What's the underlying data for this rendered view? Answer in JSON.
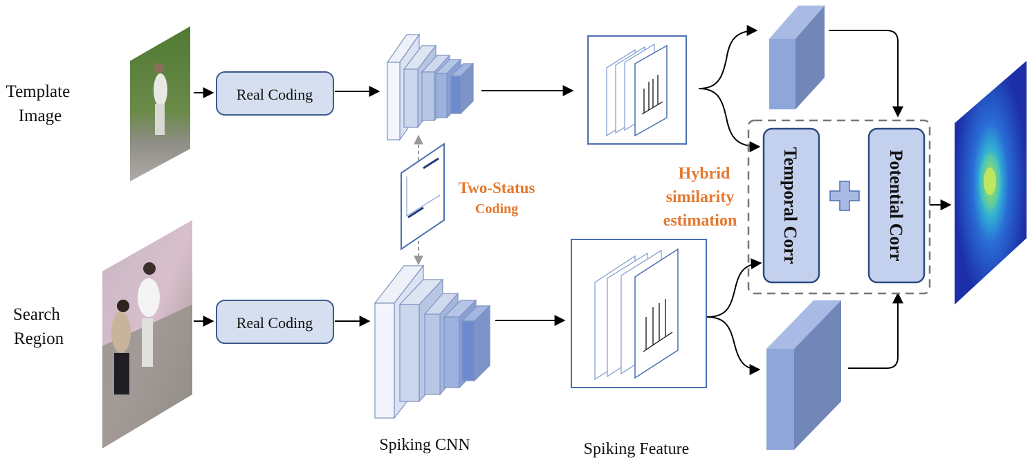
{
  "inputs": {
    "template_label_line1": "Template",
    "template_label_line2": "Image",
    "search_label_line1": "Search",
    "search_label_line2": "Region"
  },
  "coding": {
    "top_label": "Real Coding",
    "bottom_label": "Real Coding"
  },
  "two_status": {
    "line1": "Two-Status",
    "line2": "Coding"
  },
  "hybrid": {
    "line1": "Hybrid",
    "line2": "similarity",
    "line3": "estimation"
  },
  "corr": {
    "temporal": "Temporal Corr",
    "potential": "Potential Corr",
    "plus_symbol": "+"
  },
  "captions": {
    "spiking_cnn": "Spiking CNN",
    "spiking_feature": "Spiking Feature"
  },
  "colors": {
    "box_fill": "#d6dff0",
    "box_stroke": "#3d5a8c",
    "layer_front": "#8fa8d8",
    "layer_side": "#6d86b8",
    "orange": "#e6782e",
    "frame_stroke": "#4a6fb0"
  }
}
